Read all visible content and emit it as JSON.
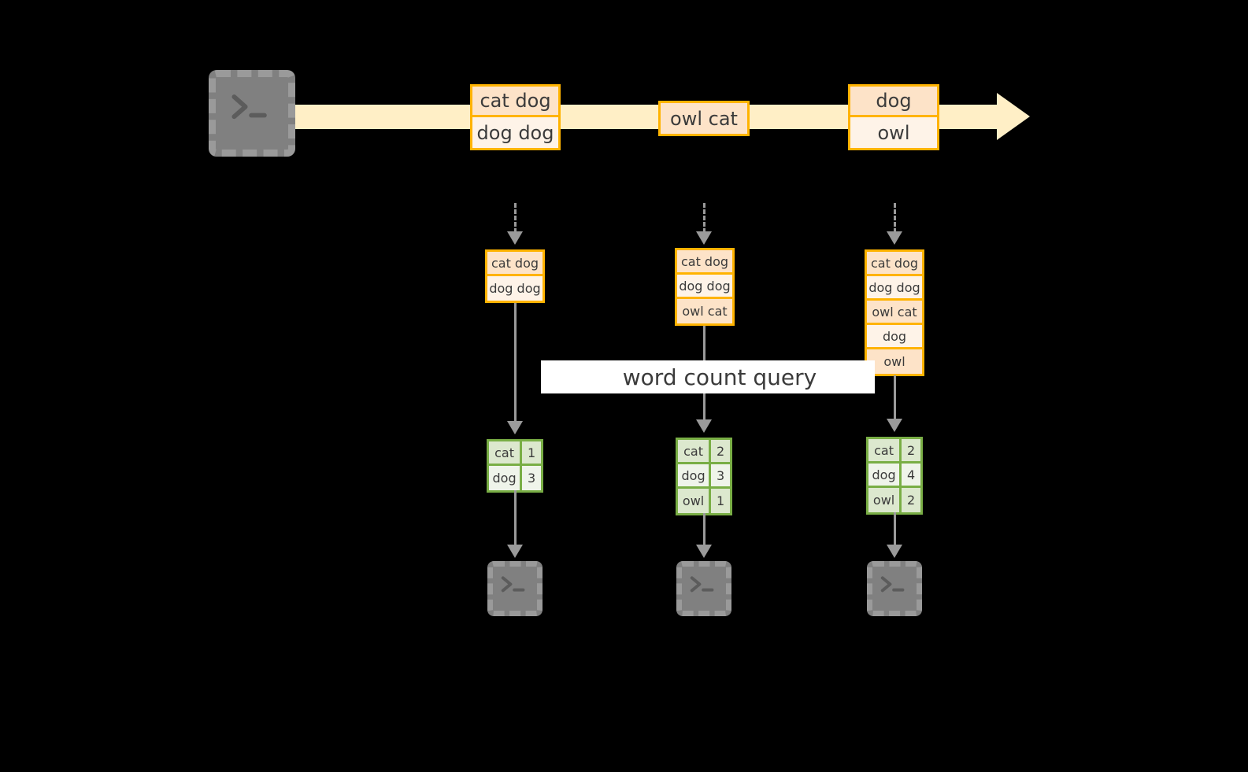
{
  "diagram": {
    "query_label": "word count query",
    "colors": {
      "background": "#000000",
      "stream_fill": "#FFEFC6",
      "record_border": "#FFB300",
      "record_shade_a": "#FDE3C8",
      "record_shade_b": "#FEF3E8",
      "result_border": "#79AE45",
      "result_shade_a": "#DCE8CE",
      "result_shade_b": "#EFF4EA",
      "connector": "#9a9a9a",
      "terminal_fill": "#808080",
      "label_band": "#FFFFFF",
      "text": "#3b3b3b"
    }
  },
  "producer": {
    "icon": "terminal-icon"
  },
  "stream": {
    "icon": "arrow-right-icon",
    "events": [
      {
        "rows": [
          {
            "text": "cat dog",
            "shade": "a"
          },
          {
            "text": "dog dog",
            "shade": "b"
          }
        ]
      },
      {
        "rows": [
          {
            "text": "owl cat",
            "shade": "a"
          }
        ]
      },
      {
        "rows": [
          {
            "text": "dog",
            "shade": "a"
          },
          {
            "text": "owl",
            "shade": "b"
          }
        ]
      }
    ]
  },
  "snapshots": [
    {
      "rows": [
        {
          "text": "cat dog",
          "shade": "a"
        },
        {
          "text": "dog dog",
          "shade": "b"
        }
      ]
    },
    {
      "rows": [
        {
          "text": "cat dog",
          "shade": "a"
        },
        {
          "text": "dog dog",
          "shade": "b"
        },
        {
          "text": "owl cat",
          "shade": "a"
        }
      ]
    },
    {
      "rows": [
        {
          "text": "cat dog",
          "shade": "a"
        },
        {
          "text": "dog dog",
          "shade": "b"
        },
        {
          "text": "owl cat",
          "shade": "a"
        },
        {
          "text": "dog",
          "shade": "b"
        },
        {
          "text": "owl",
          "shade": "a"
        }
      ]
    }
  ],
  "results": [
    {
      "rows": [
        {
          "key": "cat",
          "value": "1",
          "shade": "a"
        },
        {
          "key": "dog",
          "value": "3",
          "shade": "b"
        }
      ]
    },
    {
      "rows": [
        {
          "key": "cat",
          "value": "2",
          "shade": "a"
        },
        {
          "key": "dog",
          "value": "3",
          "shade": "b"
        },
        {
          "key": "owl",
          "value": "1",
          "shade": "a"
        }
      ]
    },
    {
      "rows": [
        {
          "key": "cat",
          "value": "2",
          "shade": "a"
        },
        {
          "key": "dog",
          "value": "4",
          "shade": "b"
        },
        {
          "key": "owl",
          "value": "2",
          "shade": "a"
        }
      ]
    }
  ],
  "consumers": [
    {
      "icon": "terminal-icon"
    },
    {
      "icon": "terminal-icon"
    },
    {
      "icon": "terminal-icon"
    }
  ]
}
